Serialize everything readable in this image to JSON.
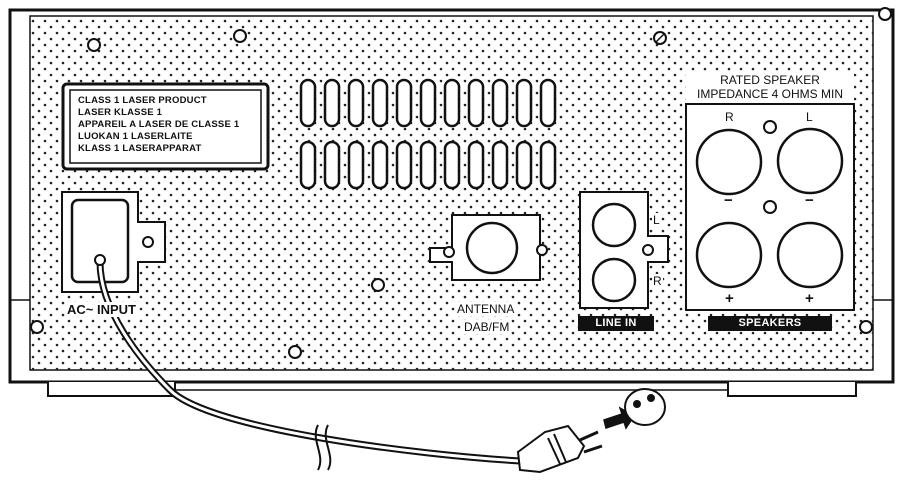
{
  "laser_label": {
    "lines": [
      "CLASS 1 LASER PRODUCT",
      "LASER KLASSE 1",
      "APPAREIL A LASER DE CLASSE 1",
      "LUOKAN 1 LASERLAITE",
      "KLASS 1 LASERAPPARAT"
    ]
  },
  "ac_input": {
    "label": "AC~ INPUT"
  },
  "antenna": {
    "line1": "ANTENNA",
    "line2": "DAB/FM"
  },
  "line_in": {
    "badge": "LINE IN",
    "left": "L",
    "right": "R"
  },
  "speakers": {
    "rating_line1": "RATED SPEAKER",
    "rating_line2": "IMPEDANCE 4 OHMS MIN",
    "badge": "SPEAKERS",
    "left_channel": "R",
    "right_channel": "L",
    "minus_symbol": "−",
    "plus_symbol": "+"
  },
  "colors": {
    "line": "#111111",
    "badge_bg": "#111111",
    "badge_text": "#ffffff"
  }
}
